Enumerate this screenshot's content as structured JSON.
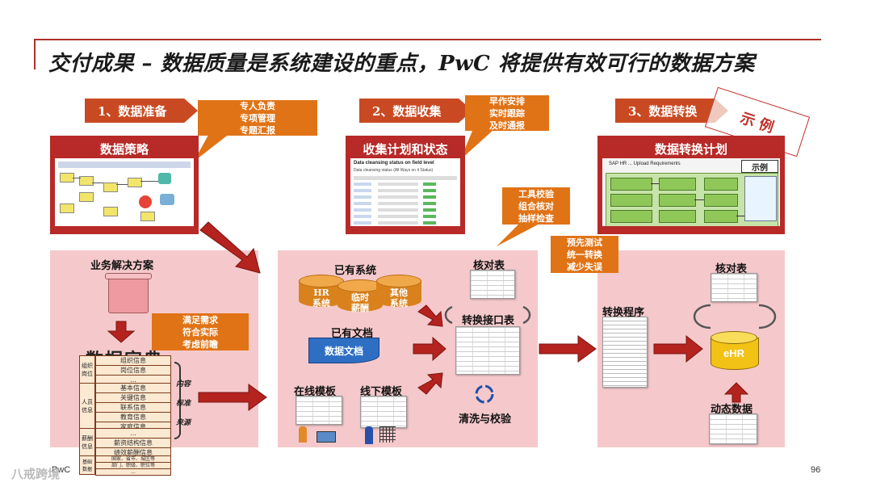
{
  "title": "交付成果 – 数据质量是系统建设的重点，PwC 将提供有效可行的数据方案",
  "steps": [
    {
      "label": "1、数据准备",
      "callout": [
        "专人负责",
        "专项管理",
        "专题汇报"
      ],
      "panel_title": "数据策略"
    },
    {
      "label": "2、数据收集",
      "callout": [
        "早作安排",
        "实时跟踪",
        "及时通报"
      ],
      "panel_title": "收集计划和状态"
    },
    {
      "label": "3、数据转换",
      "callout": [],
      "panel_title": "数据转换计划"
    }
  ],
  "stamp": "示 例",
  "plan_stamp": "示例",
  "collection_doc": {
    "heading": "Data cleansing status on field level",
    "subheading": "Data cleansing status (All Ways on it Status)"
  },
  "conversion_doc_heading": "SAP HR ... Upload Requirements",
  "left_panel": {
    "solution_label": "业务解决方案",
    "dictionary_label": "数据字典",
    "callout": [
      "满足需求",
      "符合实际",
      "考虑前瞻"
    ],
    "dict_side_labels": [
      "内容",
      "标准",
      "来源"
    ],
    "dict_groups": [
      {
        "name": "组织\n岗位",
        "rows": [
          "组织信息",
          "岗位信息",
          "..."
        ]
      },
      {
        "name": "人员\n信息",
        "rows": [
          "基本信息",
          "关键信息",
          "联系信息",
          "教育信息",
          "家庭信息"
        ]
      },
      {
        "name": "薪酬\n信息",
        "rows": [
          "...",
          "薪资结构信息",
          "绩效薪酬信息"
        ]
      },
      {
        "name": "基础\n数据",
        "rows": [
          "国家、省市、城区等",
          "部门、职级、职位等",
          "..."
        ]
      }
    ]
  },
  "middle_panel": {
    "existing_systems": "已有系统",
    "systems": [
      {
        "name": "HR\n系统"
      },
      {
        "name": "临时\n薪酬"
      },
      {
        "name": "其他\n系统"
      }
    ],
    "existing_docs": "已有文档",
    "doc_label": "数据文档",
    "online_template": "在线模板",
    "offline_template": "线下模板",
    "checklist_label": "核对表",
    "interface_label": "转换接口表",
    "cleansing_label": "清洗与校验",
    "callout": [
      "工具校验",
      "组合核对",
      "抽样检查"
    ]
  },
  "right_panel": {
    "program_label": "转换程序",
    "checklist_label": "核对表",
    "ehr_label": "eHR",
    "dynamic_data_label": "动态数据",
    "callout": [
      "预先测试",
      "统一转换",
      "减少失误"
    ]
  },
  "footer": {
    "brand": "PwC",
    "page": "96",
    "watermark": "八戒跨境"
  },
  "colors": {
    "chevron": "#c94a22",
    "callout": "#e07316",
    "red_panel": "#b72a28",
    "pink_panel": "#f5c9cb",
    "arrow": "#b5231f"
  }
}
